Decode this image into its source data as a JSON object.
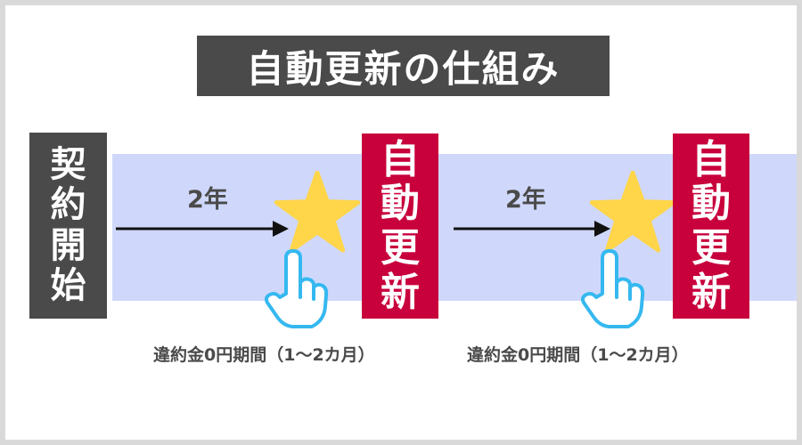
{
  "title": "自動更新の仕組み",
  "start_label": [
    "契",
    "約",
    "開",
    "始"
  ],
  "renew_label": [
    "自",
    "動",
    "更",
    "新"
  ],
  "cycles": [
    {
      "period": "2年",
      "note": "違約金0円期間（1～2カ月）"
    },
    {
      "period": "2年",
      "note": "違約金0円期間（1～2カ月）"
    }
  ],
  "colors": {
    "title_bg": "#4a4a4a",
    "band": "#cfd8fb",
    "start_bg": "#4a4a4a",
    "renew_bg": "#c8003c",
    "star": "#ffd54a",
    "hand_stroke": "#35b8f0"
  },
  "icons": [
    "arrow-right-icon",
    "star-icon",
    "pointing-hand-icon"
  ]
}
